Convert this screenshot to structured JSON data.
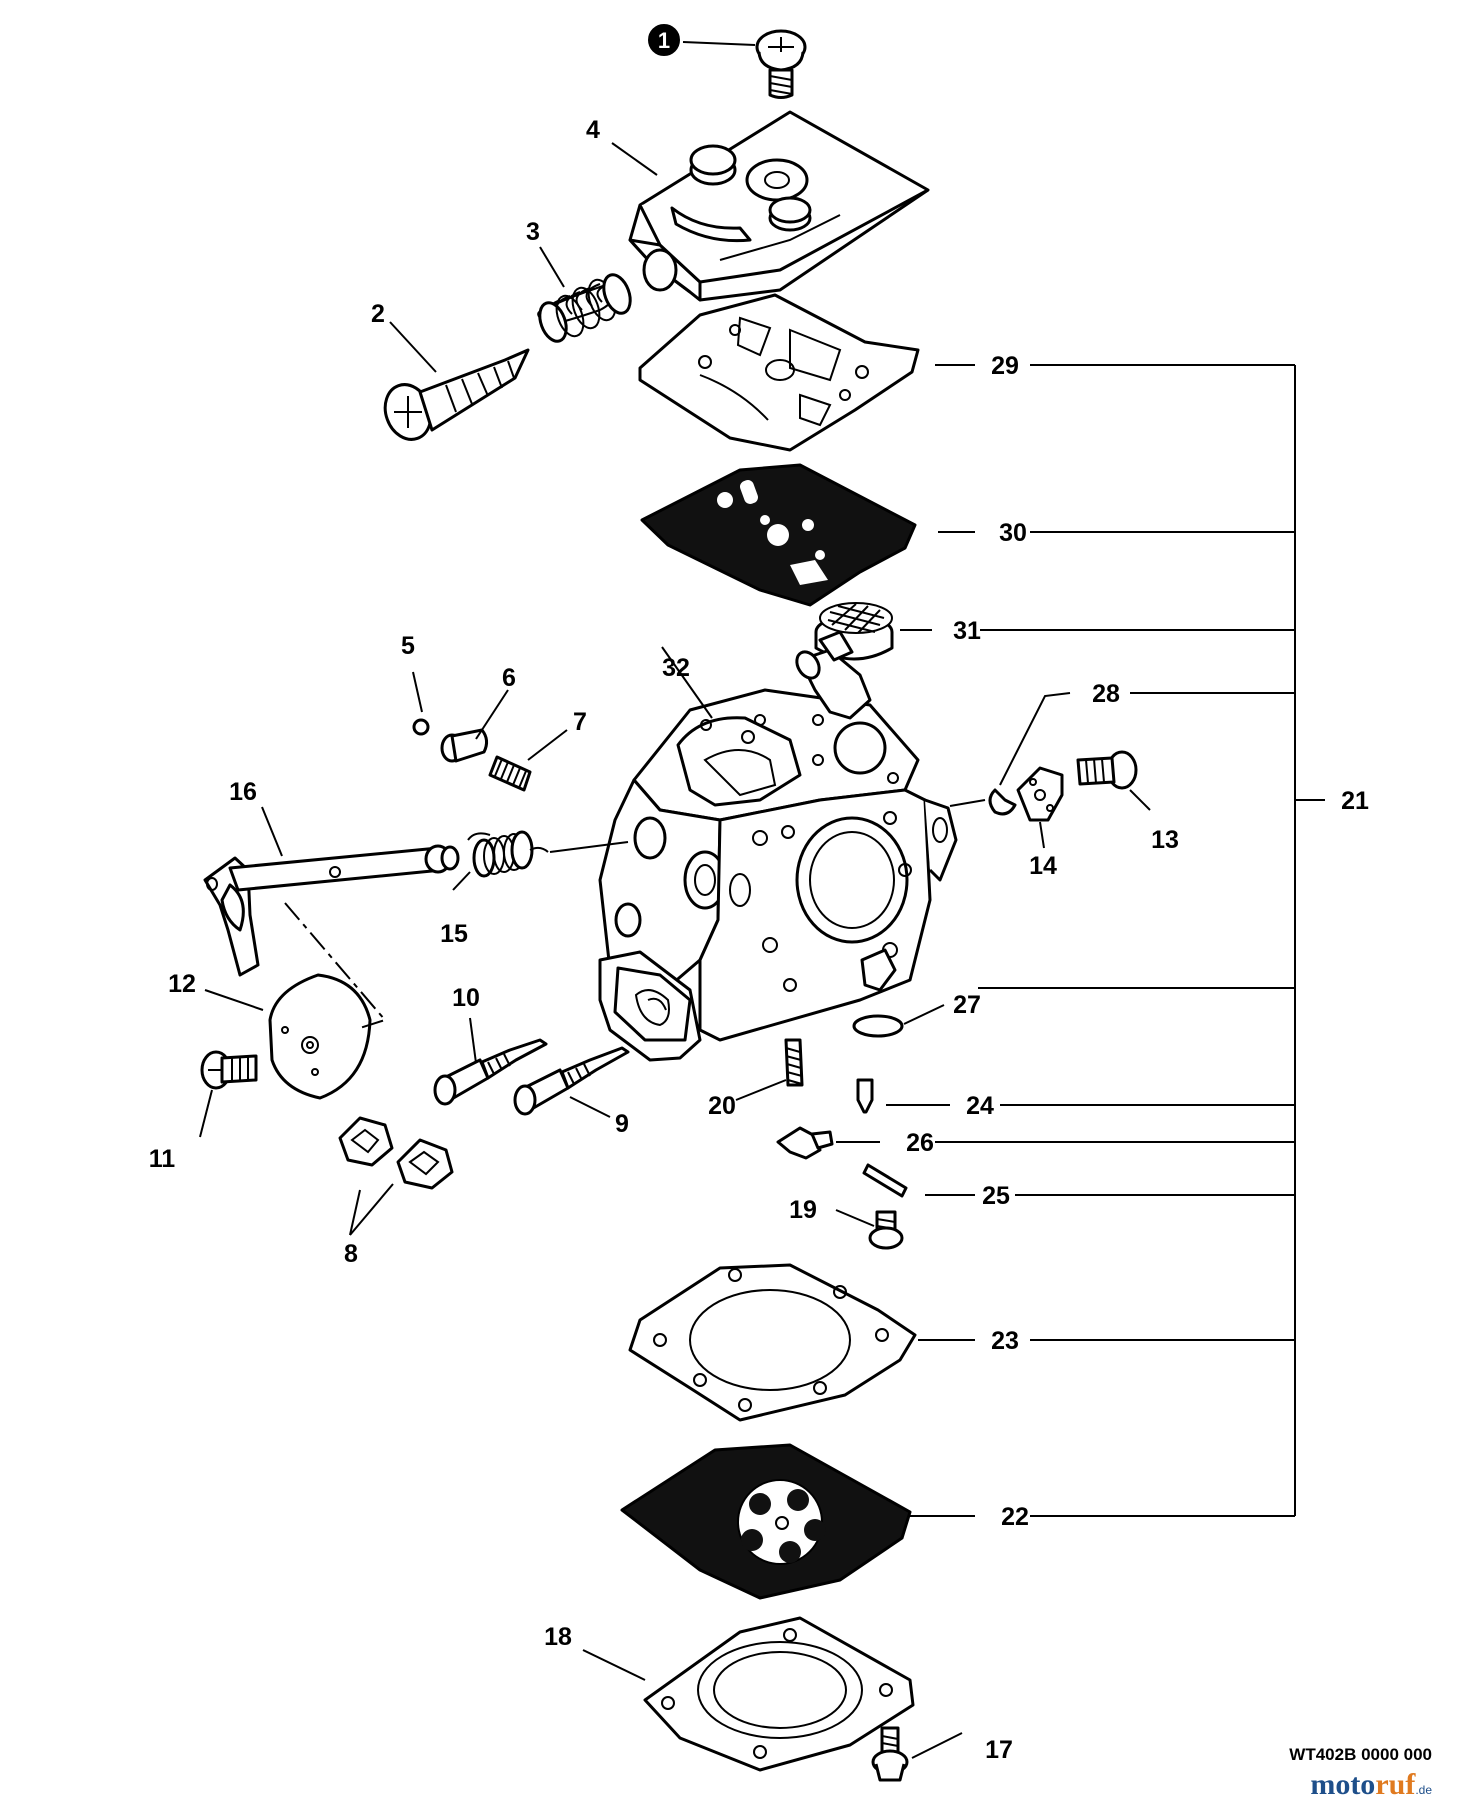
{
  "callouts": [
    {
      "id": "1",
      "text": "1",
      "style": "circle"
    },
    {
      "id": "2",
      "text": "2"
    },
    {
      "id": "3",
      "text": "3"
    },
    {
      "id": "4",
      "text": "4"
    },
    {
      "id": "5",
      "text": "5"
    },
    {
      "id": "6",
      "text": "6"
    },
    {
      "id": "7",
      "text": "7"
    },
    {
      "id": "8",
      "text": "8"
    },
    {
      "id": "9",
      "text": "9"
    },
    {
      "id": "10",
      "text": "10"
    },
    {
      "id": "11",
      "text": "11"
    },
    {
      "id": "12",
      "text": "12"
    },
    {
      "id": "13",
      "text": "13"
    },
    {
      "id": "14",
      "text": "14"
    },
    {
      "id": "15",
      "text": "15"
    },
    {
      "id": "16",
      "text": "16"
    },
    {
      "id": "17",
      "text": "17"
    },
    {
      "id": "18",
      "text": "18"
    },
    {
      "id": "19",
      "text": "19"
    },
    {
      "id": "20",
      "text": "20"
    },
    {
      "id": "21",
      "text": "21"
    },
    {
      "id": "22",
      "text": "22"
    },
    {
      "id": "23",
      "text": "23"
    },
    {
      "id": "24",
      "text": "24"
    },
    {
      "id": "25",
      "text": "25"
    },
    {
      "id": "26",
      "text": "26"
    },
    {
      "id": "27",
      "text": "27"
    },
    {
      "id": "28",
      "text": "28"
    },
    {
      "id": "29",
      "text": "29"
    },
    {
      "id": "30",
      "text": "30"
    },
    {
      "id": "31",
      "text": "31"
    },
    {
      "id": "32",
      "text": "32"
    }
  ],
  "assembly_bracket_label": "21",
  "drawing_reference": "WT402B 0000 000",
  "watermark": {
    "part1": "moto",
    "part2": "ruf",
    "suffix": ".de"
  },
  "colors": {
    "line": "#000000",
    "background": "#ffffff",
    "watermark_blue": "#1e4f8a",
    "watermark_orange": "#e07a1f"
  }
}
